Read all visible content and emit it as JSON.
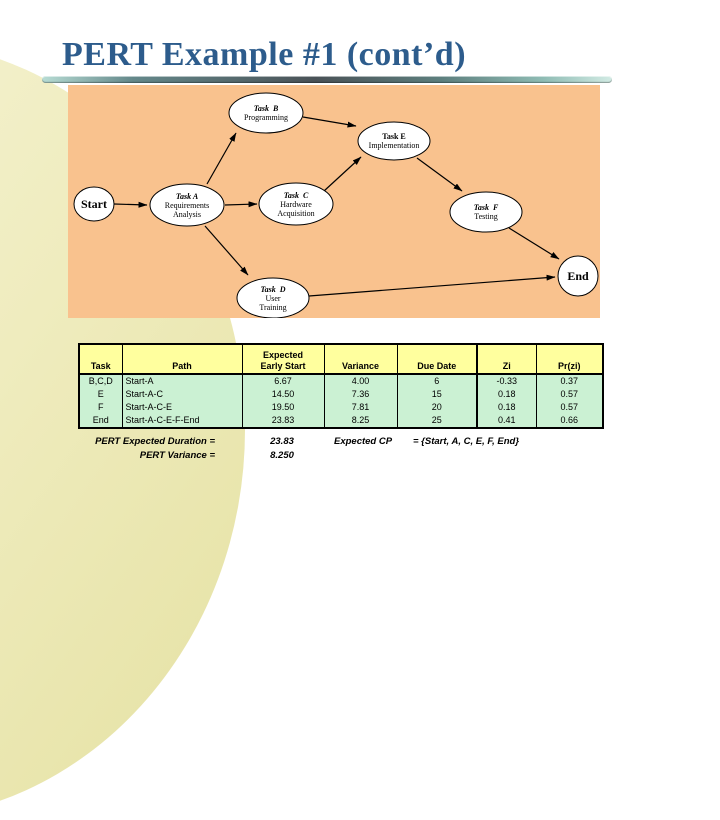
{
  "slide": {
    "title": "PERT Example #1 (cont’d)"
  },
  "colors": {
    "title_text": "#2d5c8c",
    "diagram_background": "#f9c28e",
    "table_header_background": "#ffff9e",
    "table_body_background": "#cbf1d3",
    "corner_blob": "#efecbe"
  },
  "diagram": {
    "nodes": [
      {
        "id": "start",
        "lines": [
          "Start"
        ]
      },
      {
        "id": "task-a",
        "lines": [
          "Task A",
          "Requirements",
          "Analysis"
        ]
      },
      {
        "id": "task-b",
        "lines": [
          "Task  B",
          "Programming"
        ]
      },
      {
        "id": "task-c",
        "lines": [
          "Task  C",
          "Hardware",
          "Acquisition"
        ]
      },
      {
        "id": "task-d",
        "lines": [
          "Task  D",
          "User",
          "Training"
        ]
      },
      {
        "id": "task-e",
        "lines": [
          "Task E",
          "Implementation"
        ]
      },
      {
        "id": "task-f",
        "lines": [
          "Task  F",
          "Testing"
        ]
      },
      {
        "id": "end",
        "lines": [
          "End"
        ]
      }
    ],
    "edges": [
      {
        "from": "Start",
        "to": "Task A"
      },
      {
        "from": "Task A",
        "to": "Task B"
      },
      {
        "from": "Task A",
        "to": "Task C"
      },
      {
        "from": "Task A",
        "to": "Task D"
      },
      {
        "from": "Task B",
        "to": "Task E"
      },
      {
        "from": "Task C",
        "to": "Task E"
      },
      {
        "from": "Task E",
        "to": "Task F"
      },
      {
        "from": "Task F",
        "to": "End"
      },
      {
        "from": "Task D",
        "to": "End"
      }
    ]
  },
  "table": {
    "headers": [
      "Task",
      "Path",
      "Expected\nEarly Start",
      "Variance",
      "Due Date",
      "Zi",
      "Pr(zi)"
    ],
    "rows": [
      [
        "B,C,D",
        "Start-A",
        "6.67",
        "4.00",
        "6",
        "-0.33",
        "0.37"
      ],
      [
        "E",
        "Start-A-C",
        "14.50",
        "7.36",
        "15",
        "0.18",
        "0.57"
      ],
      [
        "F",
        "Start-A-C-E",
        "19.50",
        "7.81",
        "20",
        "0.18",
        "0.57"
      ],
      [
        "End",
        "Start-A-C-E-F-End",
        "23.83",
        "8.25",
        "25",
        "0.41",
        "0.66"
      ]
    ]
  },
  "summary": {
    "expected_duration_label": "PERT Expected Duration =",
    "expected_duration_value": "23.83",
    "variance_label": "PERT Variance =",
    "variance_value": "8.250",
    "expected_cp_label": "Expected CP",
    "expected_cp_value": "= {Start, A, C, E, F, End}"
  }
}
